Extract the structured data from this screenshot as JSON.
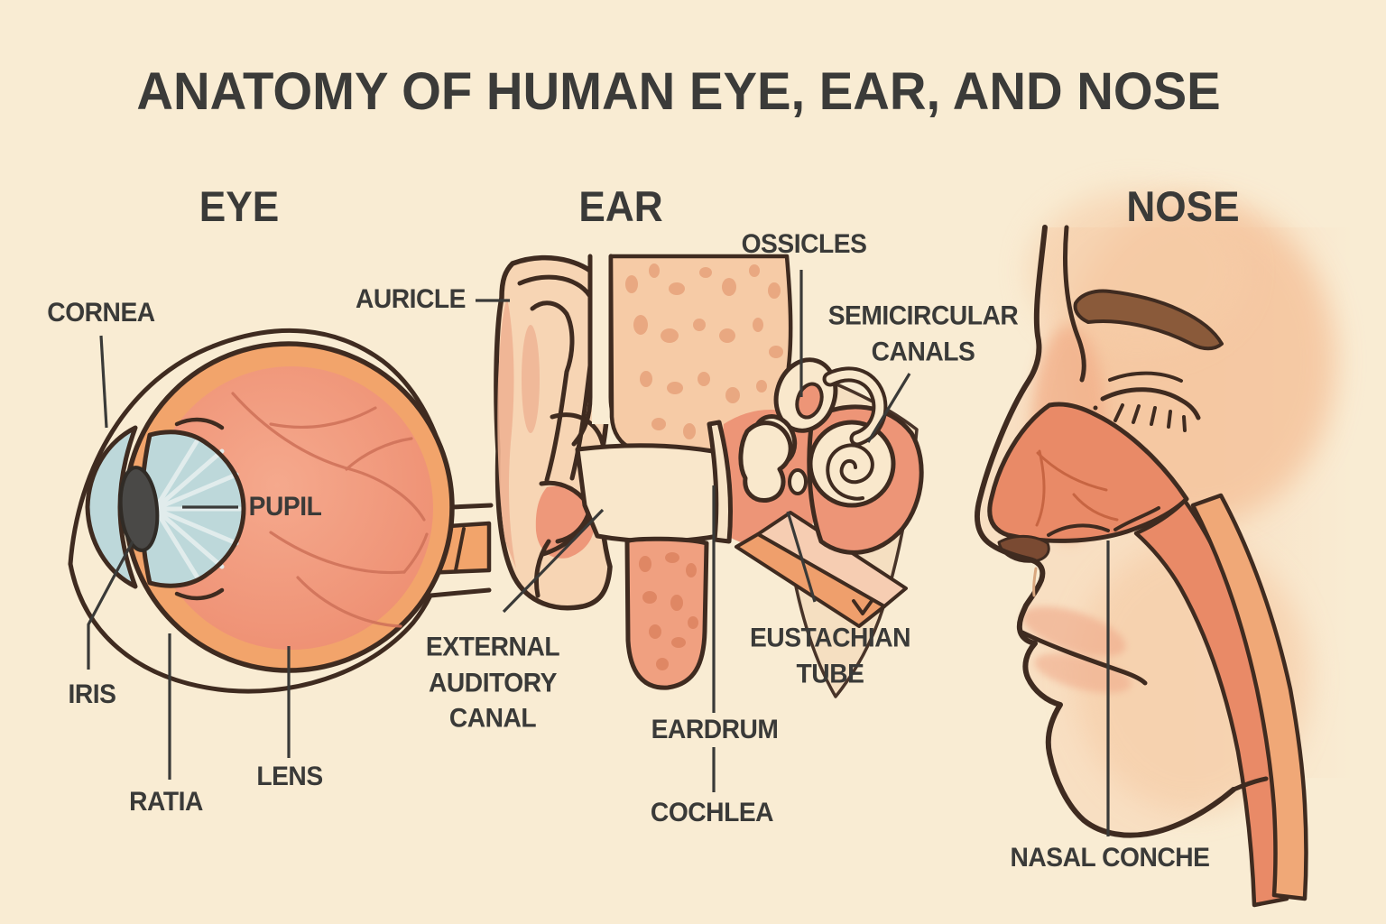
{
  "title": "ANATOMY OF HUMAN EYE, EAR, AND NOSE",
  "sections": {
    "eye": {
      "heading": "EYE",
      "labels": {
        "cornea": "CORNEA",
        "pupil": "PUPIL",
        "iris": "IRIS",
        "ratia": "RATIA",
        "lens": "LENS"
      }
    },
    "ear": {
      "heading": "EAR",
      "labels": {
        "auricle": "AURICLE",
        "ossicles": "OSSICLES",
        "semicircular_canals": "SEMICIRCULAR\nCANALS",
        "external_auditory_canal": "EXTERNAL\nAUDITORY\nCANAL",
        "eardrum": "EARDRUM",
        "cochlea": "COCHLEA",
        "eustachian_tube": "EUSTACHIAN\nTUBE"
      }
    },
    "nose": {
      "heading": "NOSE",
      "labels": {
        "nasal_conche": "NASAL CONCHE"
      }
    }
  },
  "colors": {
    "background": "#f9ecd3",
    "text": "#3a3a38",
    "outline": "#3f2b20",
    "eye_ring_orange": "#f2a46b",
    "eye_interior_salmon": "#ef9377",
    "eye_vein": "#d0735a",
    "cornea_blue": "#bdd8da",
    "pupil_gray": "#4a4947",
    "skin_light": "#f7d5b4",
    "skin_shade": "#eeb292",
    "concha_salmon": "#ed9577",
    "bone_tan": "#f6cba6",
    "bone_speckle": "#e7a27b",
    "canal_cream": "#f9e7cb",
    "eustachian_orange": "#ef9f6c",
    "eustachian_light": "#f6cdb2",
    "nose_skin": "#f8dfc2",
    "nose_blush": "#f5c49d",
    "nasal_cavity": "#e98a67",
    "throat_band": "#f0a877",
    "eyebrow_brown": "#8a5a3a",
    "nostril_brown": "#7a4a32"
  }
}
